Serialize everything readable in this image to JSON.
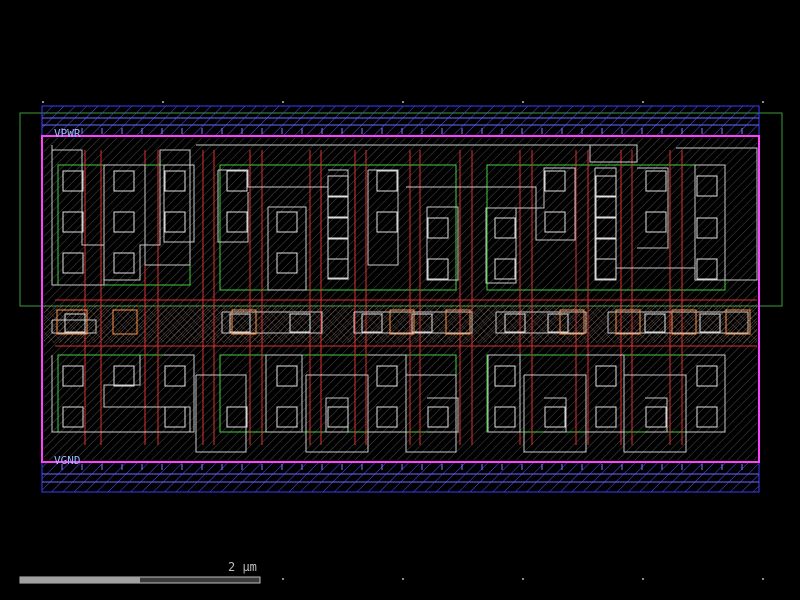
{
  "canvas": {
    "background": "#000000"
  },
  "labels": {
    "vpwr": "VPWR",
    "vgnd": "VGND",
    "scale": "2 µm"
  },
  "colors": {
    "nwell": "#3c9c3c",
    "boundary": "#ff40ff",
    "metal_rail": "#3c3cff",
    "met1_stripe": "#8080ff",
    "diffusion": "#40d040",
    "poly": "#e03030",
    "licon": "#e0e0e0",
    "li": "#c8c8c8",
    "poly_contact": "#ff9040",
    "scale_bar_fill": "#a0a0a0",
    "scale_bar_empty": "#3a3a3a"
  },
  "layers": [
    "nwell",
    "diff",
    "poly",
    "licon",
    "li1",
    "mcon",
    "met1",
    "boundary"
  ]
}
